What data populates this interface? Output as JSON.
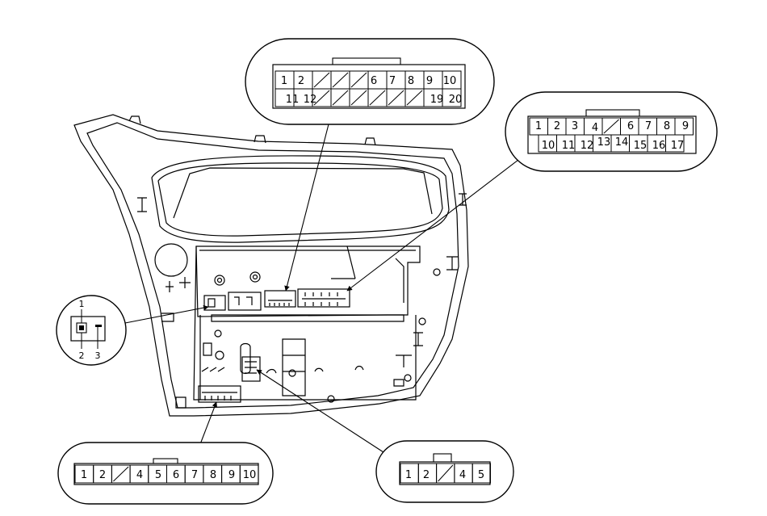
{
  "connector_a": {
    "top_row": [
      "1",
      "2",
      "",
      "",
      "",
      "6",
      "7",
      "8",
      "9",
      "10"
    ],
    "bottom_row": [
      "11",
      "12",
      "",
      "",
      "",
      "",
      "",
      "",
      "19",
      "20"
    ]
  },
  "connector_b": {
    "top_row": [
      "1",
      "2",
      "3",
      "4",
      "",
      "6",
      "7",
      "8",
      "9"
    ],
    "bottom_row": [
      "10",
      "11",
      "12",
      "13",
      "14",
      "15",
      "16",
      "17"
    ]
  },
  "connector_c": {
    "pin_labels": [
      "1",
      "2",
      "3"
    ]
  },
  "connector_d": {
    "row": [
      "1",
      "2",
      "",
      "4",
      "5",
      "6",
      "7",
      "8",
      "9",
      "10"
    ]
  },
  "connector_e": {
    "row": [
      "1",
      "2",
      "",
      "4",
      "5"
    ]
  }
}
